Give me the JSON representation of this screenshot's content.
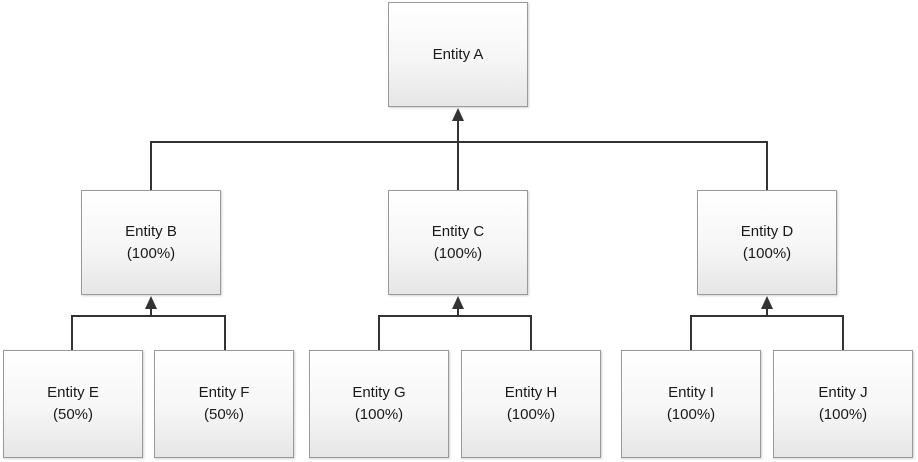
{
  "diagram": {
    "root": {
      "name": "Entity A"
    },
    "level1": [
      {
        "name": "Entity B",
        "share": "(100%)"
      },
      {
        "name": "Entity C",
        "share": "(100%)"
      },
      {
        "name": "Entity D",
        "share": "(100%)"
      }
    ],
    "level2": [
      {
        "name": "Entity E",
        "share": "(50%)",
        "parent": "Entity B"
      },
      {
        "name": "Entity F",
        "share": "(50%)",
        "parent": "Entity B"
      },
      {
        "name": "Entity G",
        "share": "(100%)",
        "parent": "Entity C"
      },
      {
        "name": "Entity H",
        "share": "(100%)",
        "parent": "Entity C"
      },
      {
        "name": "Entity I",
        "share": "(100%)",
        "parent": "Entity D"
      },
      {
        "name": "Entity J",
        "share": "(100%)",
        "parent": "Entity D"
      }
    ],
    "colors": {
      "line": "#333333",
      "border": "#9a9a9a",
      "text": "#1a1a1a"
    }
  }
}
